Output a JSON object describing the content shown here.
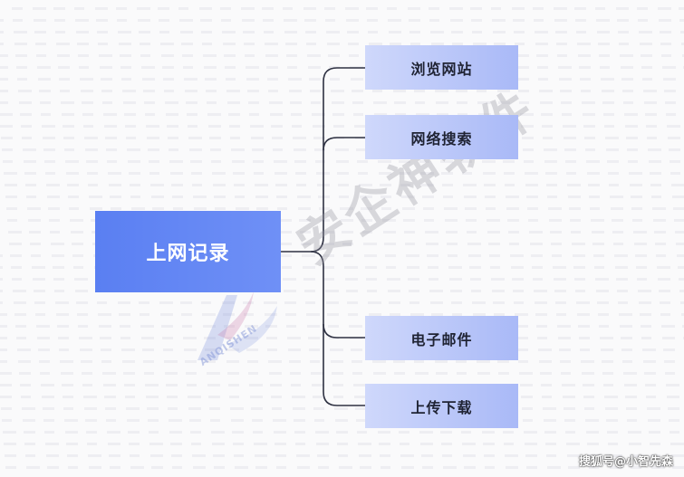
{
  "mindmap": {
    "root": {
      "label": "上网记录"
    },
    "branches": [
      {
        "label": "浏览网站"
      },
      {
        "label": "网络搜索"
      },
      {
        "label": "电子邮件"
      },
      {
        "label": "上传下载"
      }
    ]
  },
  "watermark": {
    "text": "安企神软件",
    "registered_mark": "®",
    "logo_text": "ANQISHEN"
  },
  "attribution": "搜狐号@小智先森",
  "colors": {
    "root_fill": "#6384f4",
    "branch_fill": "#bccbfa",
    "connector": "#2e3142",
    "background": "#fafafb"
  }
}
